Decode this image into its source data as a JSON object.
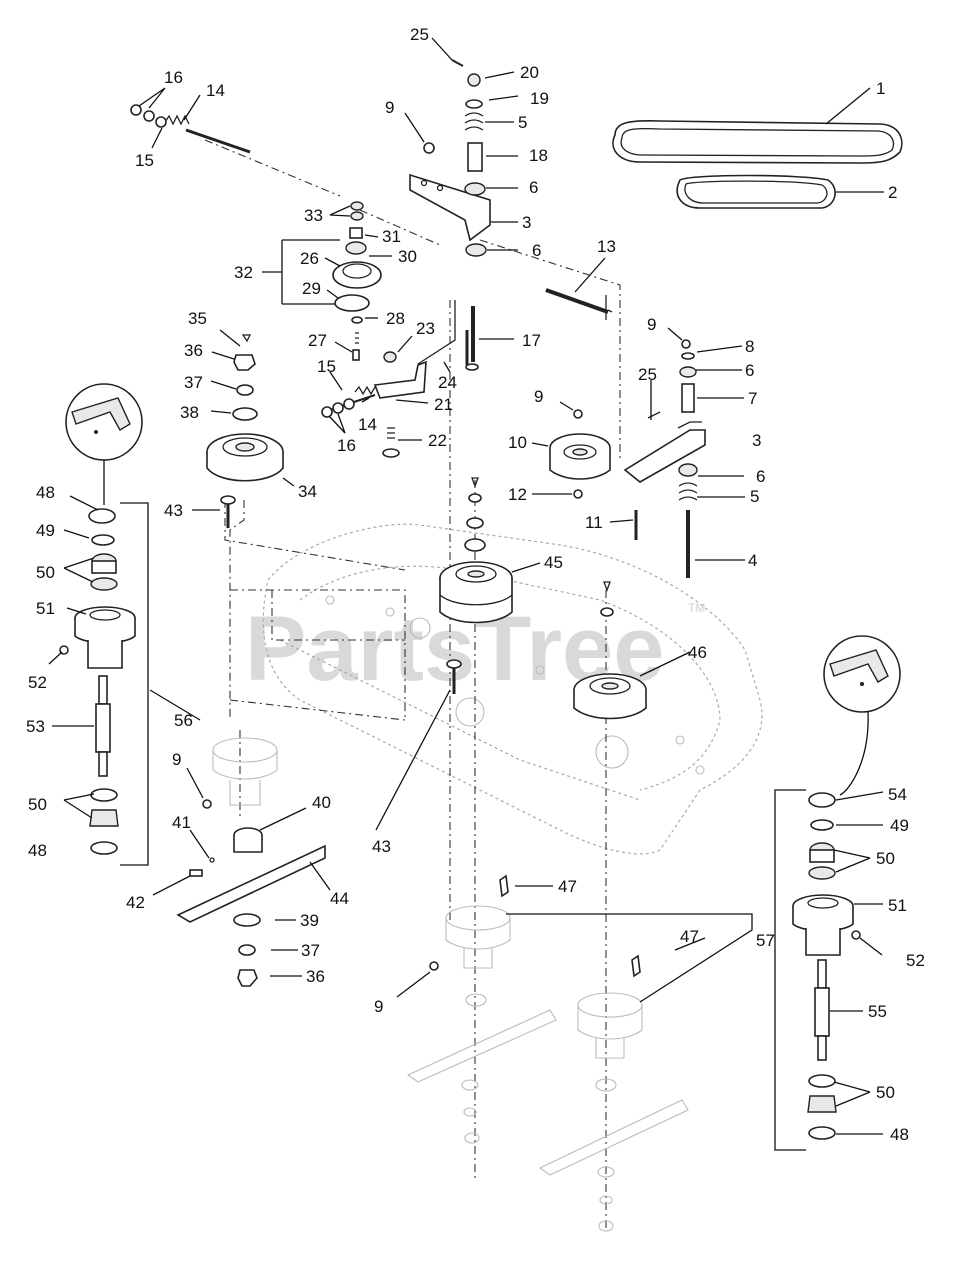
{
  "watermark": {
    "text": "PartsTree",
    "tm": "TM"
  },
  "callouts": {
    "c1": "1",
    "c2": "2",
    "c3a": "3",
    "c3b": "3",
    "c4": "4",
    "c5a": "5",
    "c5b": "5",
    "c6a": "6",
    "c6b": "6",
    "c6c": "6",
    "c6d": "6",
    "c7": "7",
    "c8": "8",
    "c9a": "9",
    "c9b": "9",
    "c9c": "9",
    "c9d": "9",
    "c9e": "9",
    "c10": "10",
    "c11": "11",
    "c12": "12",
    "c13": "13",
    "c14a": "14",
    "c14b": "14",
    "c15a": "15",
    "c15b": "15",
    "c16a": "16",
    "c16b": "16",
    "c17": "17",
    "c18": "18",
    "c19": "19",
    "c20": "20",
    "c21": "21",
    "c22": "22",
    "c23": "23",
    "c24": "24",
    "c25a": "25",
    "c25b": "25",
    "c26": "26",
    "c27": "27",
    "c28": "28",
    "c29": "29",
    "c30": "30",
    "c31": "31",
    "c32": "32",
    "c33": "33",
    "c34": "34",
    "c35": "35",
    "c36a": "36",
    "c36b": "36",
    "c37a": "37",
    "c37b": "37",
    "c38": "38",
    "c39": "39",
    "c40": "40",
    "c41": "41",
    "c42": "42",
    "c43a": "43",
    "c43b": "43",
    "c44": "44",
    "c45": "45",
    "c46": "46",
    "c47a": "47",
    "c47b": "47",
    "c48a": "48",
    "c48b": "48",
    "c48c": "48",
    "c49a": "49",
    "c49b": "49",
    "c50a": "50",
    "c50b": "50",
    "c50c": "50",
    "c50d": "50",
    "c51a": "51",
    "c51b": "51",
    "c52a": "52",
    "c52b": "52",
    "c53": "53",
    "c54": "54",
    "c55": "55",
    "c56": "56",
    "c57": "57"
  }
}
